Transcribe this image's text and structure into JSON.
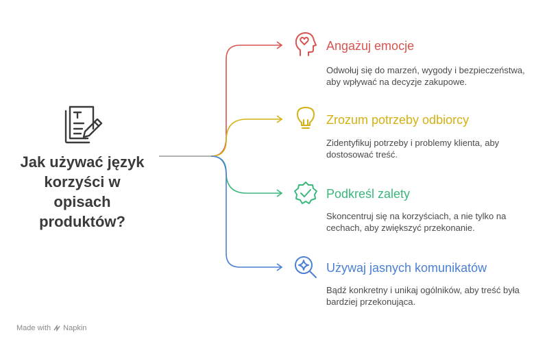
{
  "main": {
    "title_lines": [
      "Jak używać język",
      "korzyści w",
      "opisach",
      "produktów?"
    ],
    "icon": "document-pen-icon"
  },
  "colors": {
    "item1": "#d9534f",
    "item2": "#d4b012",
    "item3": "#3ab77a",
    "item4": "#4a7fd4",
    "trunk": "#9a9a9a",
    "text": "#3a3a3a"
  },
  "items": [
    {
      "title": "Angażuj emocje",
      "desc": "Odwołuj się do marzeń, wygody i bezpieczeństwa, aby wpływać na decyzje zakupowe.",
      "icon": "head-heart-icon"
    },
    {
      "title": "Zrozum potrzeby odbiorcy",
      "desc": "Zidentyfikuj potrzeby i problemy klienta, aby dostosować treść.",
      "icon": "lightbulb-icon"
    },
    {
      "title": "Podkreśl zalety",
      "desc": "Skoncentruj się na korzyściach, a nie tylko na cechach, aby zwiększyć przekonanie.",
      "icon": "badge-check-icon"
    },
    {
      "title": "Używaj jasnych komunikatów",
      "desc": "Bądź konkretny i unikaj ogólników, aby treść była bardziej przekonująca.",
      "icon": "magnifier-sparkle-icon"
    }
  ],
  "footer": {
    "made_with": "Made with",
    "brand": "Napkin",
    "icon": "napkin-logo-icon"
  }
}
